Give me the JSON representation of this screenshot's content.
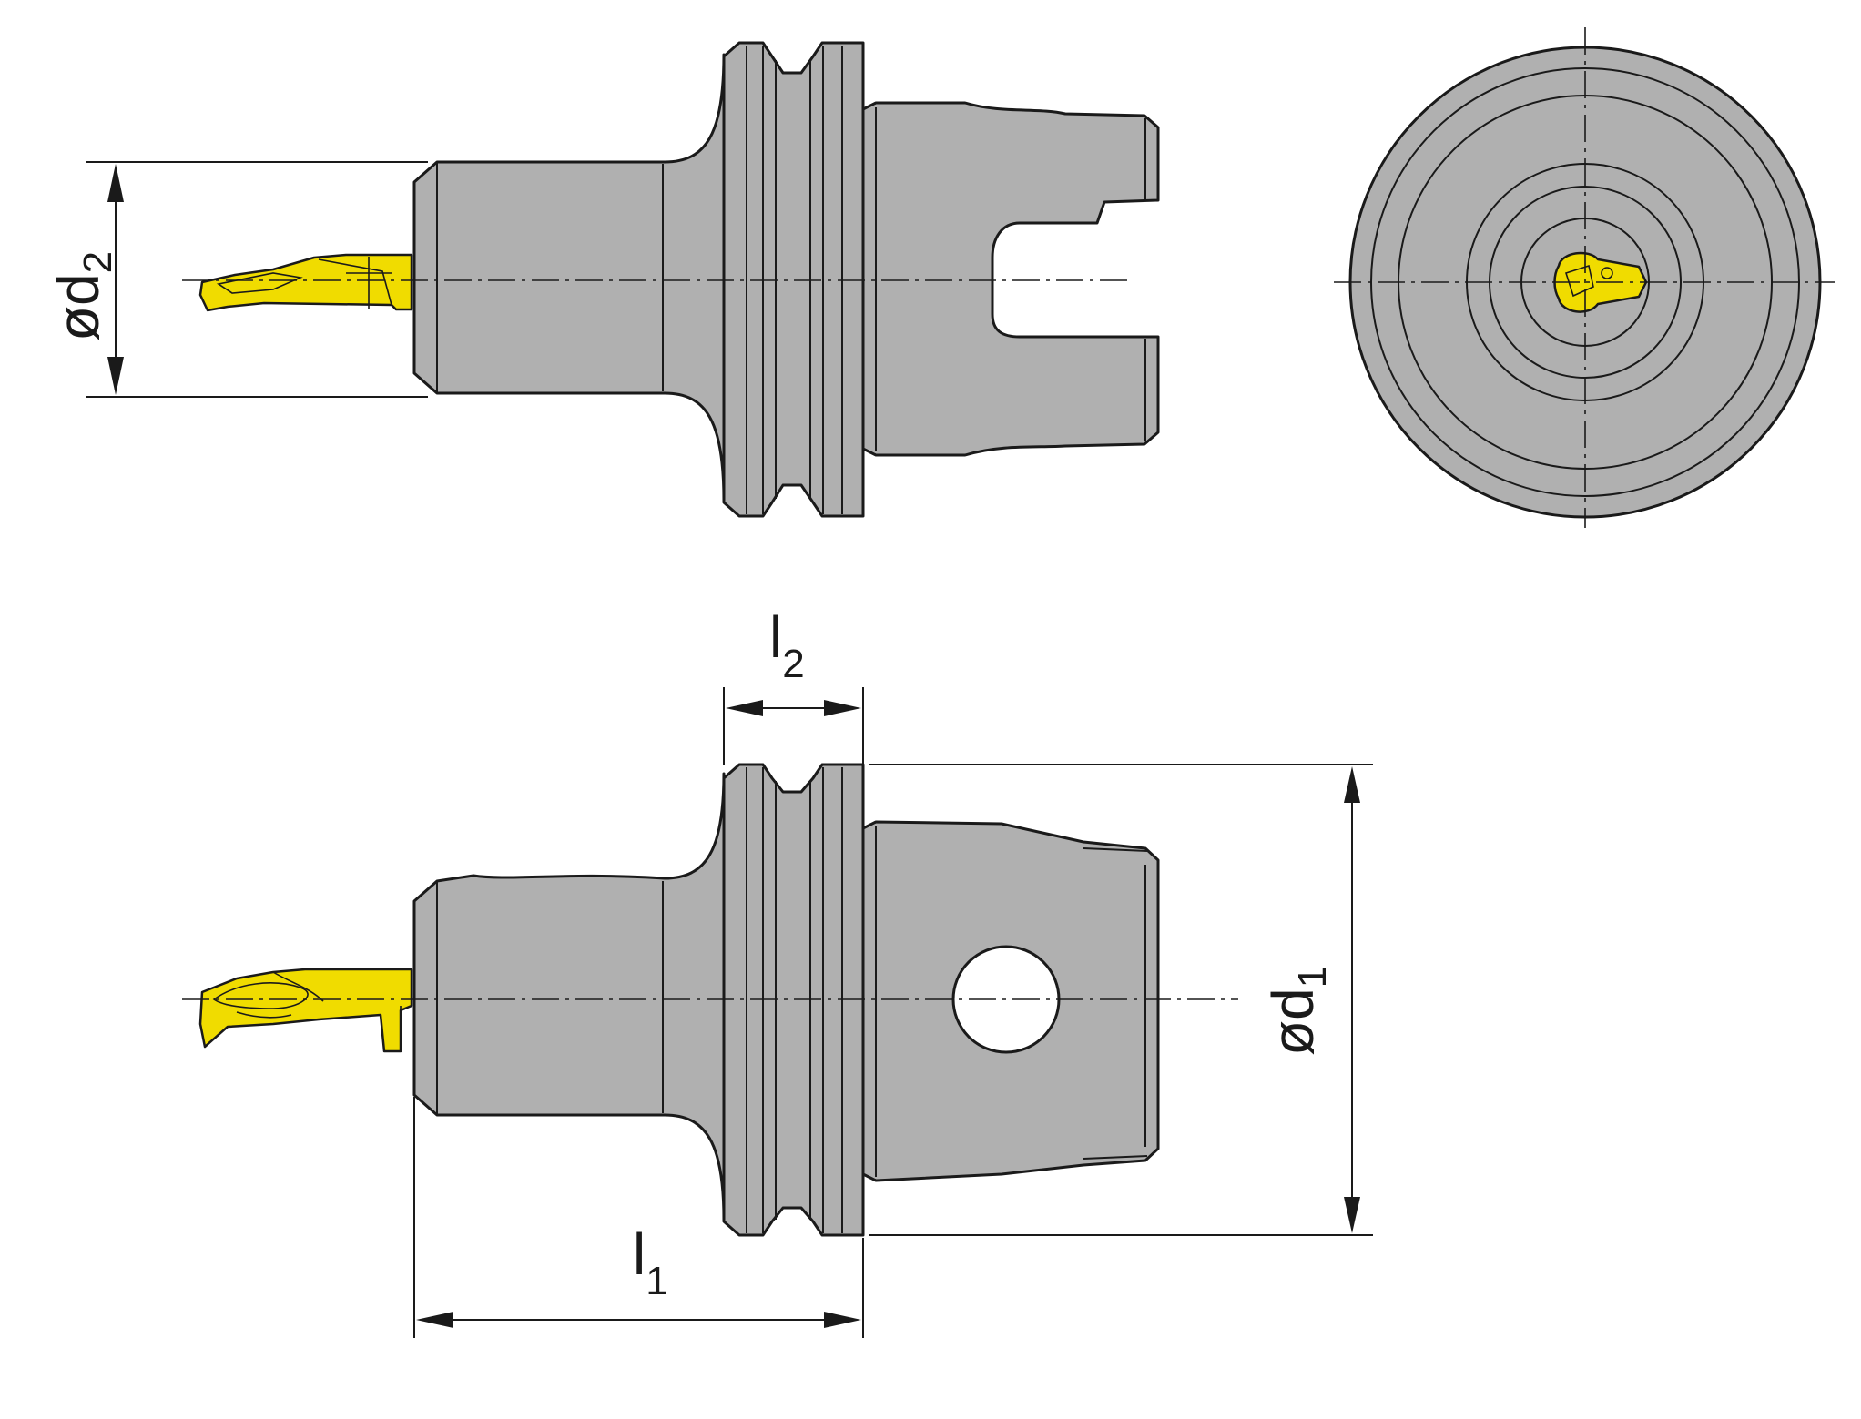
{
  "dimensions": {
    "d2": {
      "main": "ød",
      "sub": "2"
    },
    "d1": {
      "main": "ød",
      "sub": "1"
    },
    "l2": {
      "main": "l",
      "sub": "2"
    },
    "l1": {
      "main": "l",
      "sub": "1"
    }
  },
  "colors": {
    "body": "#b0b0b0",
    "insert": "#f0dc00",
    "line": "#1a1a1a",
    "background": "#ffffff"
  }
}
